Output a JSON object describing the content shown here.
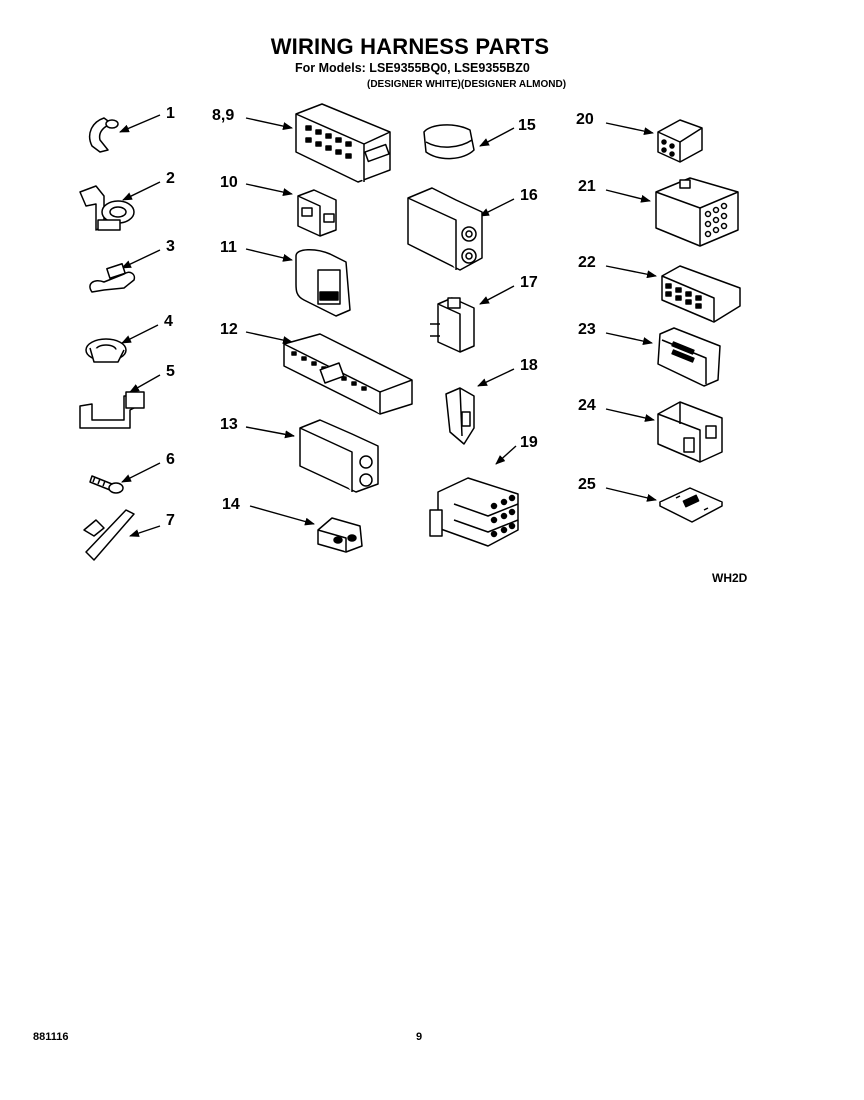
{
  "page": {
    "title": "WIRING HARNESS PARTS",
    "models": "For Models: LSE9355BQ0, LSE9355BZ0",
    "variants": "(DESIGNER WHITE)(DESIGNER ALMOND)",
    "diagram_code": "WH2D",
    "doc_number": "881116",
    "page_number": "9"
  },
  "parts": [
    {
      "key": "p1",
      "label": "1"
    },
    {
      "key": "p2",
      "label": "2"
    },
    {
      "key": "p3",
      "label": "3"
    },
    {
      "key": "p4",
      "label": "4"
    },
    {
      "key": "p5",
      "label": "5"
    },
    {
      "key": "p6",
      "label": "6"
    },
    {
      "key": "p7",
      "label": "7"
    },
    {
      "key": "p89",
      "label": "8,9"
    },
    {
      "key": "p10",
      "label": "10"
    },
    {
      "key": "p11",
      "label": "11"
    },
    {
      "key": "p12",
      "label": "12"
    },
    {
      "key": "p13",
      "label": "13"
    },
    {
      "key": "p14",
      "label": "14"
    },
    {
      "key": "p15",
      "label": "15"
    },
    {
      "key": "p16",
      "label": "16"
    },
    {
      "key": "p17",
      "label": "17"
    },
    {
      "key": "p18",
      "label": "18"
    },
    {
      "key": "p19",
      "label": "19"
    },
    {
      "key": "p20",
      "label": "20"
    },
    {
      "key": "p21",
      "label": "21"
    },
    {
      "key": "p22",
      "label": "22"
    },
    {
      "key": "p23",
      "label": "23"
    },
    {
      "key": "p24",
      "label": "24"
    },
    {
      "key": "p25",
      "label": "25"
    }
  ]
}
